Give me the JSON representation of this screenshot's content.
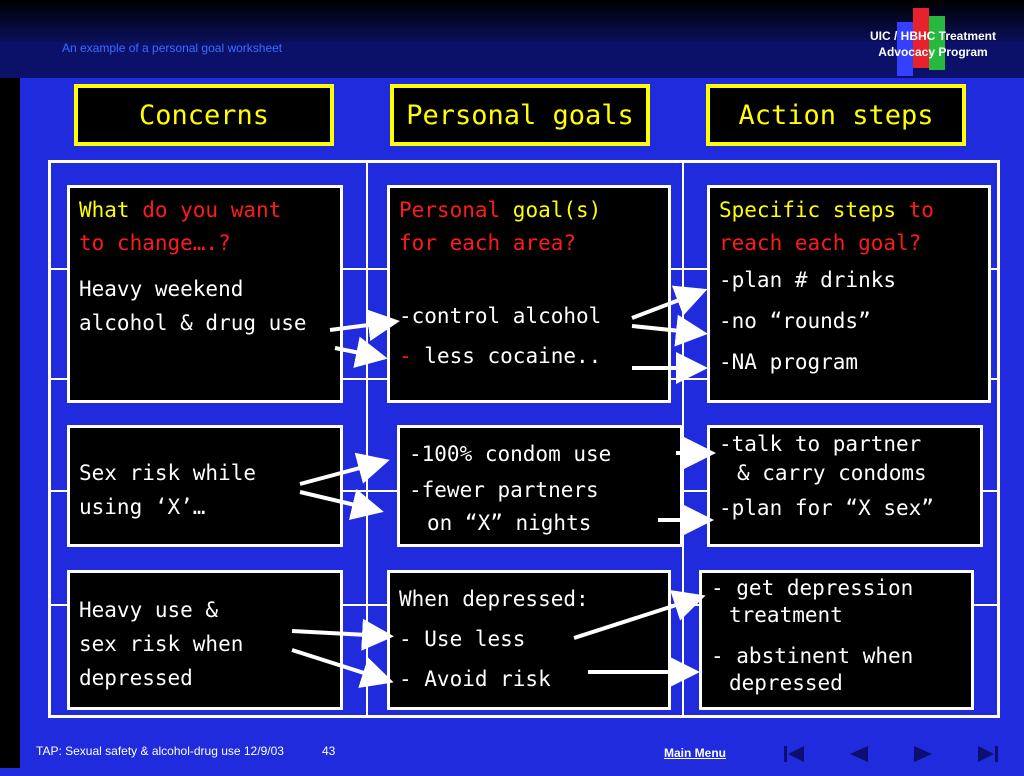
{
  "slide": {
    "subtitle": "An example of a personal goal worksheet",
    "logo_line1": "UIC / HBHC Treatment",
    "logo_line2": "Advocacy Program"
  },
  "headers": {
    "concerns": "Concerns",
    "goals": "Personal goals",
    "steps": "Action steps"
  },
  "rows": [
    {
      "concern_q1": "What",
      "concern_q2": " do you want",
      "concern_q3": "to change….?",
      "concern": [
        "Heavy weekend",
        "alcohol & drug use"
      ],
      "goal_q1": "Personal",
      "goal_q2": " goal(s)",
      "goal_q3": "for each area?",
      "goals": [
        "-control alcohol",
        "- ",
        "less cocaine.."
      ],
      "steps_q1": "Specific steps",
      "steps_q2": " to",
      "steps_q3": "reach each goal?",
      "steps": [
        "-plan # drinks",
        "-no “rounds”",
        "-NA program"
      ]
    },
    {
      "concern": [
        "Sex risk while",
        "using ‘X’…"
      ],
      "goals": [
        "-100% condom use",
        "-fewer partners",
        "on “X” nights"
      ],
      "steps": [
        "-talk to partner",
        "& carry condoms",
        "-plan for “X sex”"
      ]
    },
    {
      "concern": [
        "Heavy use &",
        "sex risk when",
        "depressed"
      ],
      "goals": [
        "When depressed:",
        "- Use less",
        "- Avoid risk"
      ],
      "steps": [
        "- get depression",
        "treatment",
        "- abstinent when",
        "depressed"
      ]
    }
  ],
  "footer": {
    "text": "TAP: Sexual safety & alcohol-drug use 12/9/03",
    "page": "43",
    "main_menu": "Main Menu"
  },
  "nav_icons": [
    "first-slide-icon",
    "previous-slide-icon",
    "next-slide-icon",
    "last-slide-icon"
  ],
  "colors": {
    "background": "#1f2bdd",
    "header_text": "#ffff00",
    "question_red": "#ff1a1a"
  }
}
